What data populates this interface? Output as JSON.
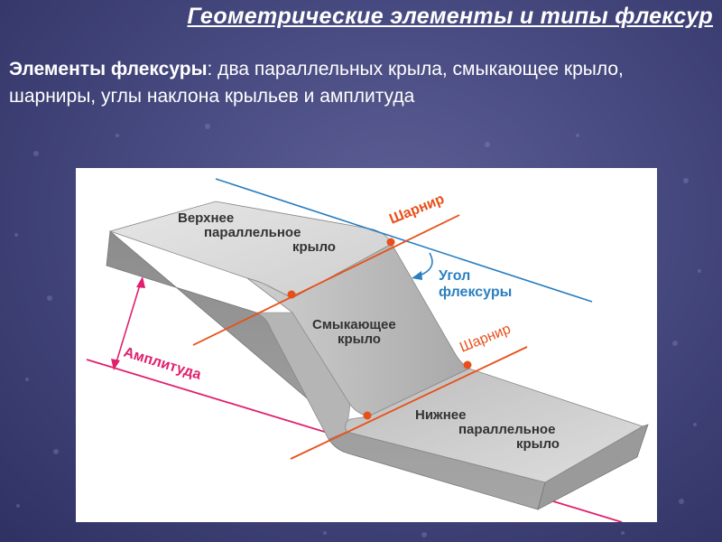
{
  "slide": {
    "title": "Геометрические элементы и типы флексур",
    "subtitle_term": "Элементы флексуры",
    "subtitle_rest": ": два параллельных крыла, смыкающее крыло, шарниры, углы наклона крыльев и амплитуда"
  },
  "figure": {
    "upper_limb": [
      "Верхнее",
      "параллельное",
      "крыло"
    ],
    "middle_limb": [
      "Смыкающее",
      "крыло"
    ],
    "lower_limb": [
      "Нижнее",
      "параллельное",
      "крыло"
    ],
    "hinge_upper": "Шарнир",
    "hinge_lower": "Шарнир",
    "angle": [
      "Угол",
      "флексуры"
    ],
    "amplitude": "Амплитуда"
  },
  "colors": {
    "hinge_line": "#e8501a",
    "angle_line": "#2a7fc0",
    "amplitude_line": "#e0206e",
    "text_dark": "#333333"
  }
}
